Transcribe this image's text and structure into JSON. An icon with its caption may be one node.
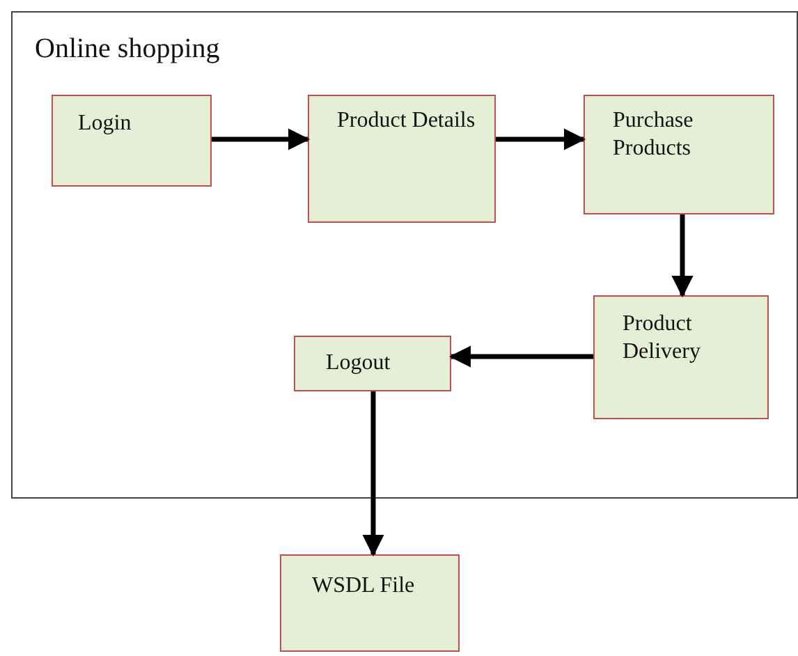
{
  "diagram": {
    "nodes": [
      {
        "text": [
          "Online shopping"
        ]
      },
      {
        "text": [
          "Login"
        ],
        "in": 0
      },
      {
        "text": [
          "Product Details"
        ],
        "in": 0
      },
      {
        "text": [
          "Purchase Products"
        ],
        "in": 0
      },
      {
        "text": [
          "Product Delivery"
        ],
        "in": 0
      },
      {
        "text": [
          "Logout"
        ],
        "in": 0
      },
      {
        "text": [
          "WSDL File"
        ]
      }
    ],
    "edges": [
      {
        "from": 1,
        "to": 2,
        "arrow": "to"
      },
      {
        "from": 2,
        "to": 3,
        "arrow": "to"
      },
      {
        "from": 3,
        "to": 4,
        "arrow": "to"
      },
      {
        "from": 4,
        "to": 5,
        "arrow": "to"
      },
      {
        "from": 5,
        "to": 6,
        "arrow": "to"
      }
    ]
  }
}
